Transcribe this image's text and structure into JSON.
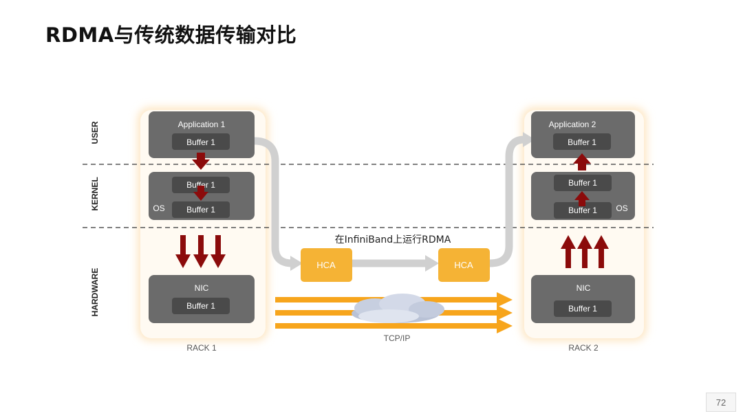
{
  "slide": {
    "title": "RDMA与传统数据传输对比",
    "page_number": "72"
  },
  "layers": {
    "user": "USER",
    "kernel": "KERNEL",
    "hardware": "HARDWARE"
  },
  "rack1": {
    "label": "RACK 1",
    "application": "Application 1",
    "app_buffer": "Buffer 1",
    "kernel_buffer_top": "Buffer 1",
    "kernel_os": "OS",
    "kernel_buffer_bottom": "Buffer 1",
    "nic": "NIC",
    "nic_buffer": "Buffer 1"
  },
  "rack2": {
    "label": "RACK 2",
    "application": "Application 2",
    "app_buffer": "Buffer 1",
    "kernel_buffer_top": "Buffer 1",
    "kernel_os": "OS",
    "kernel_buffer_bottom": "Buffer 1",
    "nic": "NIC",
    "nic_buffer": "Buffer 1"
  },
  "rdma": {
    "caption": "在InfiniBand上运行RDMA",
    "hca_left": "HCA",
    "hca_right": "HCA"
  },
  "network": {
    "label": "TCP/IP"
  },
  "colors": {
    "module_gray": "#6b6b6b",
    "buffer_gray": "#4a4a4a",
    "hca_orange": "#f5b335",
    "tcp_orange": "#f7a51c",
    "arrow_red": "#8b0b0b"
  }
}
